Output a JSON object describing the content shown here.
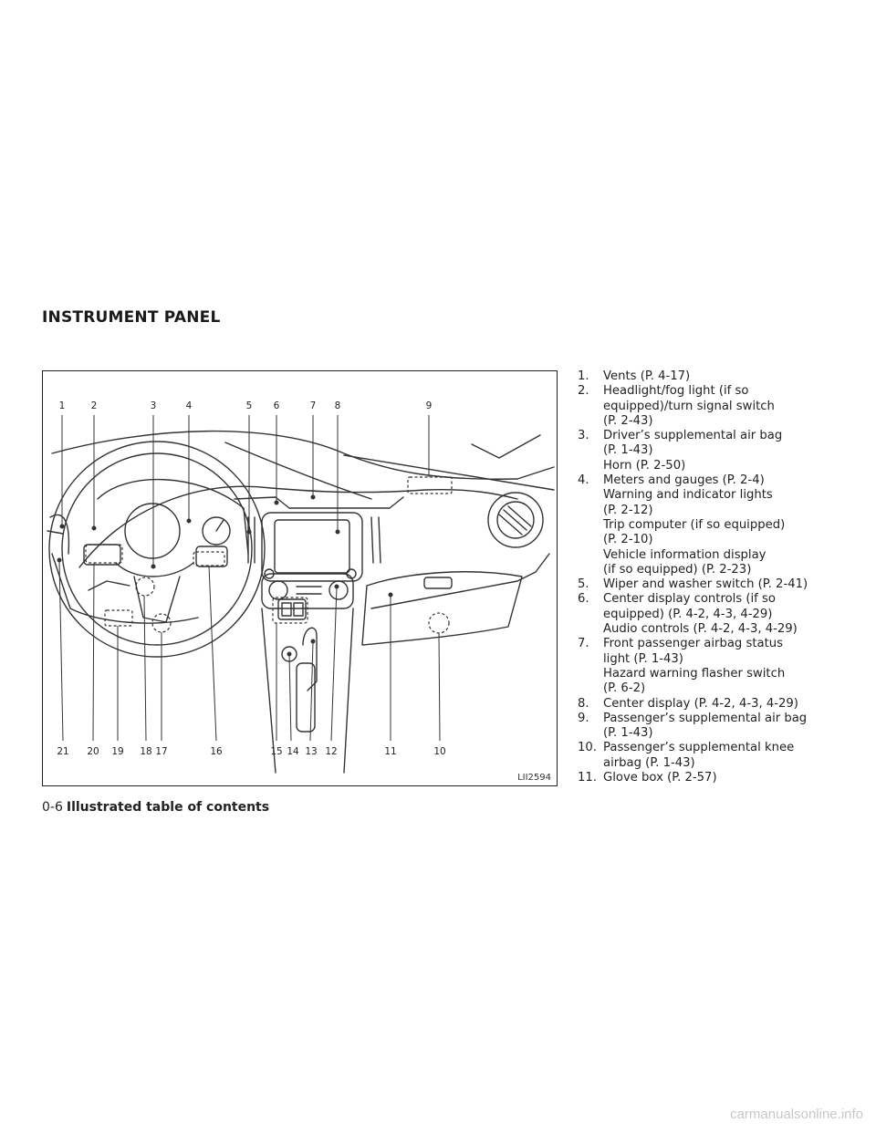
{
  "section_title": "INSTRUMENT PANEL",
  "figure": {
    "id": "LII2594",
    "callouts_top": [
      "1",
      "2",
      "3",
      "4",
      "5",
      "6",
      "7",
      "8",
      "9"
    ],
    "callouts_bottom": [
      "21",
      "20",
      "19",
      "18",
      "17",
      "16",
      "15",
      "14",
      "13",
      "12",
      "11",
      "10"
    ]
  },
  "toc_items": [
    {
      "num": "1.",
      "lines": [
        "Vents (P. 4-17)"
      ]
    },
    {
      "num": "2.",
      "lines": [
        "Headlight/fog light (if so",
        "equipped)/turn signal switch",
        "(P. 2-43)"
      ]
    },
    {
      "num": "3.",
      "lines": [
        "Driver’s supplemental air bag",
        "(P. 1-43)",
        "Horn (P. 2-50)"
      ]
    },
    {
      "num": "4.",
      "lines": [
        "Meters and gauges (P. 2-4)",
        "Warning and indicator lights",
        "(P. 2-12)",
        "Trip computer (if so equipped)",
        "(P. 2-10)",
        "Vehicle information display",
        "(if so equipped) (P. 2-23)"
      ]
    },
    {
      "num": "5.",
      "lines": [
        "Wiper and washer switch (P. 2-41)"
      ]
    },
    {
      "num": "6.",
      "lines": [
        "Center display controls (if so",
        "equipped) (P. 4-2, 4-3, 4-29)",
        "Audio controls (P. 4-2, 4-3, 4-29)"
      ]
    },
    {
      "num": "7.",
      "lines": [
        "Front passenger airbag status",
        "light (P. 1-43)",
        "Hazard warning flasher switch",
        "(P. 6-2)"
      ]
    },
    {
      "num": "8.",
      "lines": [
        "Center display (P. 4-2, 4-3, 4-29)"
      ]
    },
    {
      "num": "9.",
      "lines": [
        "Passenger’s supplemental air bag",
        "(P. 1-43)"
      ]
    },
    {
      "num": "10.",
      "lines": [
        "Passenger’s supplemental knee",
        "airbag (P. 1-43)"
      ]
    },
    {
      "num": "11.",
      "lines": [
        "Glove box (P. 2-57)"
      ]
    }
  ],
  "footer": {
    "page_num": "0-6",
    "title": "Illustrated table of contents"
  },
  "watermark": "carmanualsonline.info"
}
